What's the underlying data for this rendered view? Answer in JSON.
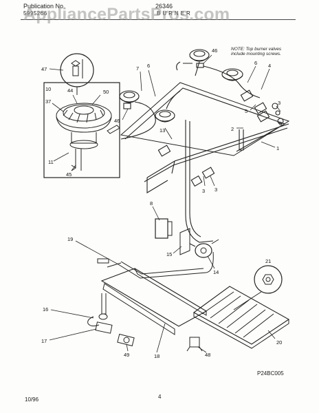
{
  "header": {
    "publication_label": "Publication No.",
    "publication_code": "5995266",
    "model": "26346",
    "section": "BURNER"
  },
  "watermark": "AppliancePartsPros.com",
  "note": "NOTE: Top burner valves include mounting screws.",
  "figure_code": "P24BC005",
  "footer": {
    "date": "10/96",
    "page": "4"
  },
  "callouts": [
    {
      "id": "c47",
      "text": "47"
    },
    {
      "id": "c10",
      "text": "10"
    },
    {
      "id": "c44",
      "text": "44"
    },
    {
      "id": "c50",
      "text": "50"
    },
    {
      "id": "c37",
      "text": "37"
    },
    {
      "id": "c11",
      "text": "11"
    },
    {
      "id": "c45",
      "text": "45"
    },
    {
      "id": "c7",
      "text": "7"
    },
    {
      "id": "c6a",
      "text": "6"
    },
    {
      "id": "c46a",
      "text": "46"
    },
    {
      "id": "c13",
      "text": "13"
    },
    {
      "id": "c46b",
      "text": "46"
    },
    {
      "id": "c6b",
      "text": "6"
    },
    {
      "id": "c4",
      "text": "4"
    },
    {
      "id": "c5",
      "text": "5"
    },
    {
      "id": "c3a",
      "text": "3"
    },
    {
      "id": "c3b",
      "text": "3"
    },
    {
      "id": "c2",
      "text": "2"
    },
    {
      "id": "c1",
      "text": "1"
    },
    {
      "id": "c3c",
      "text": "3"
    },
    {
      "id": "c3d",
      "text": "3"
    },
    {
      "id": "c8",
      "text": "8"
    },
    {
      "id": "c15",
      "text": "15"
    },
    {
      "id": "c14",
      "text": "14"
    },
    {
      "id": "c19",
      "text": "19"
    },
    {
      "id": "c21",
      "text": "21"
    },
    {
      "id": "c16",
      "text": "16"
    },
    {
      "id": "c17",
      "text": "17"
    },
    {
      "id": "c49",
      "text": "49"
    },
    {
      "id": "c18",
      "text": "18"
    },
    {
      "id": "c48",
      "text": "48"
    },
    {
      "id": "c20",
      "text": "20"
    }
  ]
}
